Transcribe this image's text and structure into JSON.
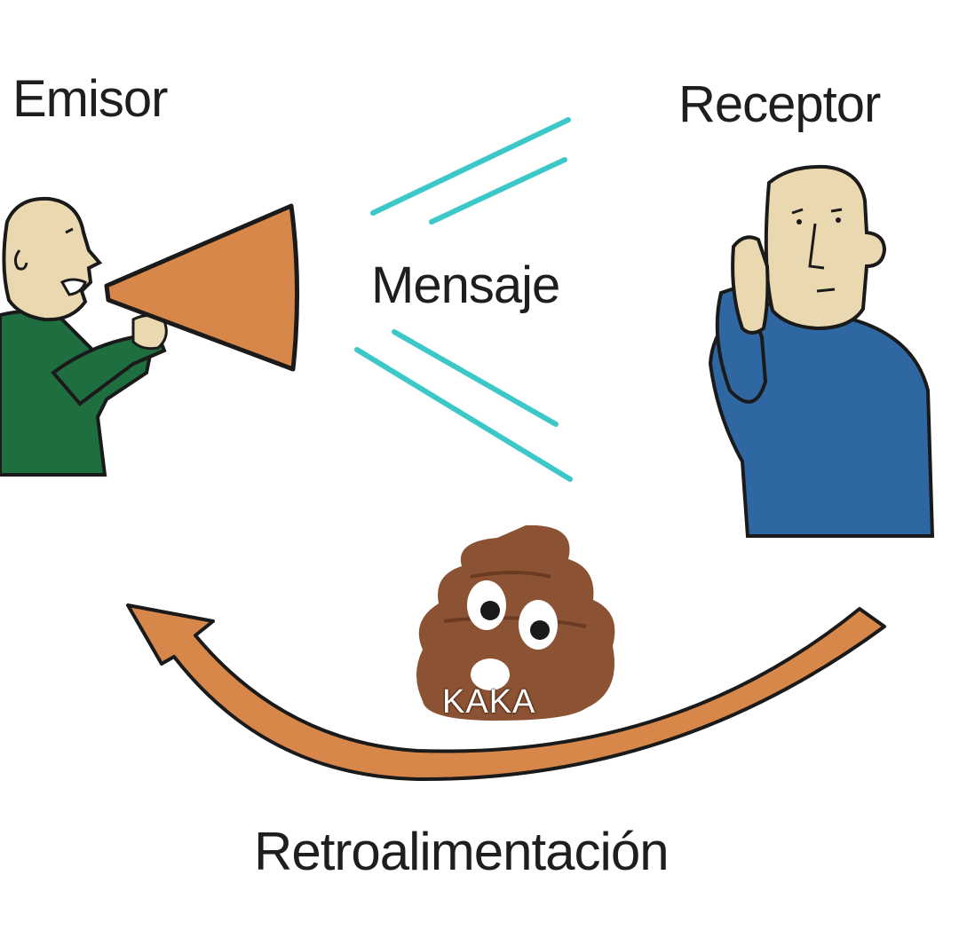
{
  "labels": {
    "emisor": "Emisor",
    "receptor": "Receptor",
    "mensaje": "Mensaje",
    "retroalimentacion": "Retroalimentación",
    "kaka": "KAKA"
  },
  "colors": {
    "sender_shirt": "#1f6e3f",
    "receiver_shirt": "#2f67a3",
    "skin": "#ead9b0",
    "megaphone": "#d8874a",
    "feedback_arrow": "#d8874a",
    "message_lines": "#3cc8c8",
    "poop": "#8b5233"
  },
  "icons": {
    "sender": "person-with-megaphone-icon",
    "receiver": "person-listening-icon",
    "feedback": "poop-emoji-icon"
  }
}
